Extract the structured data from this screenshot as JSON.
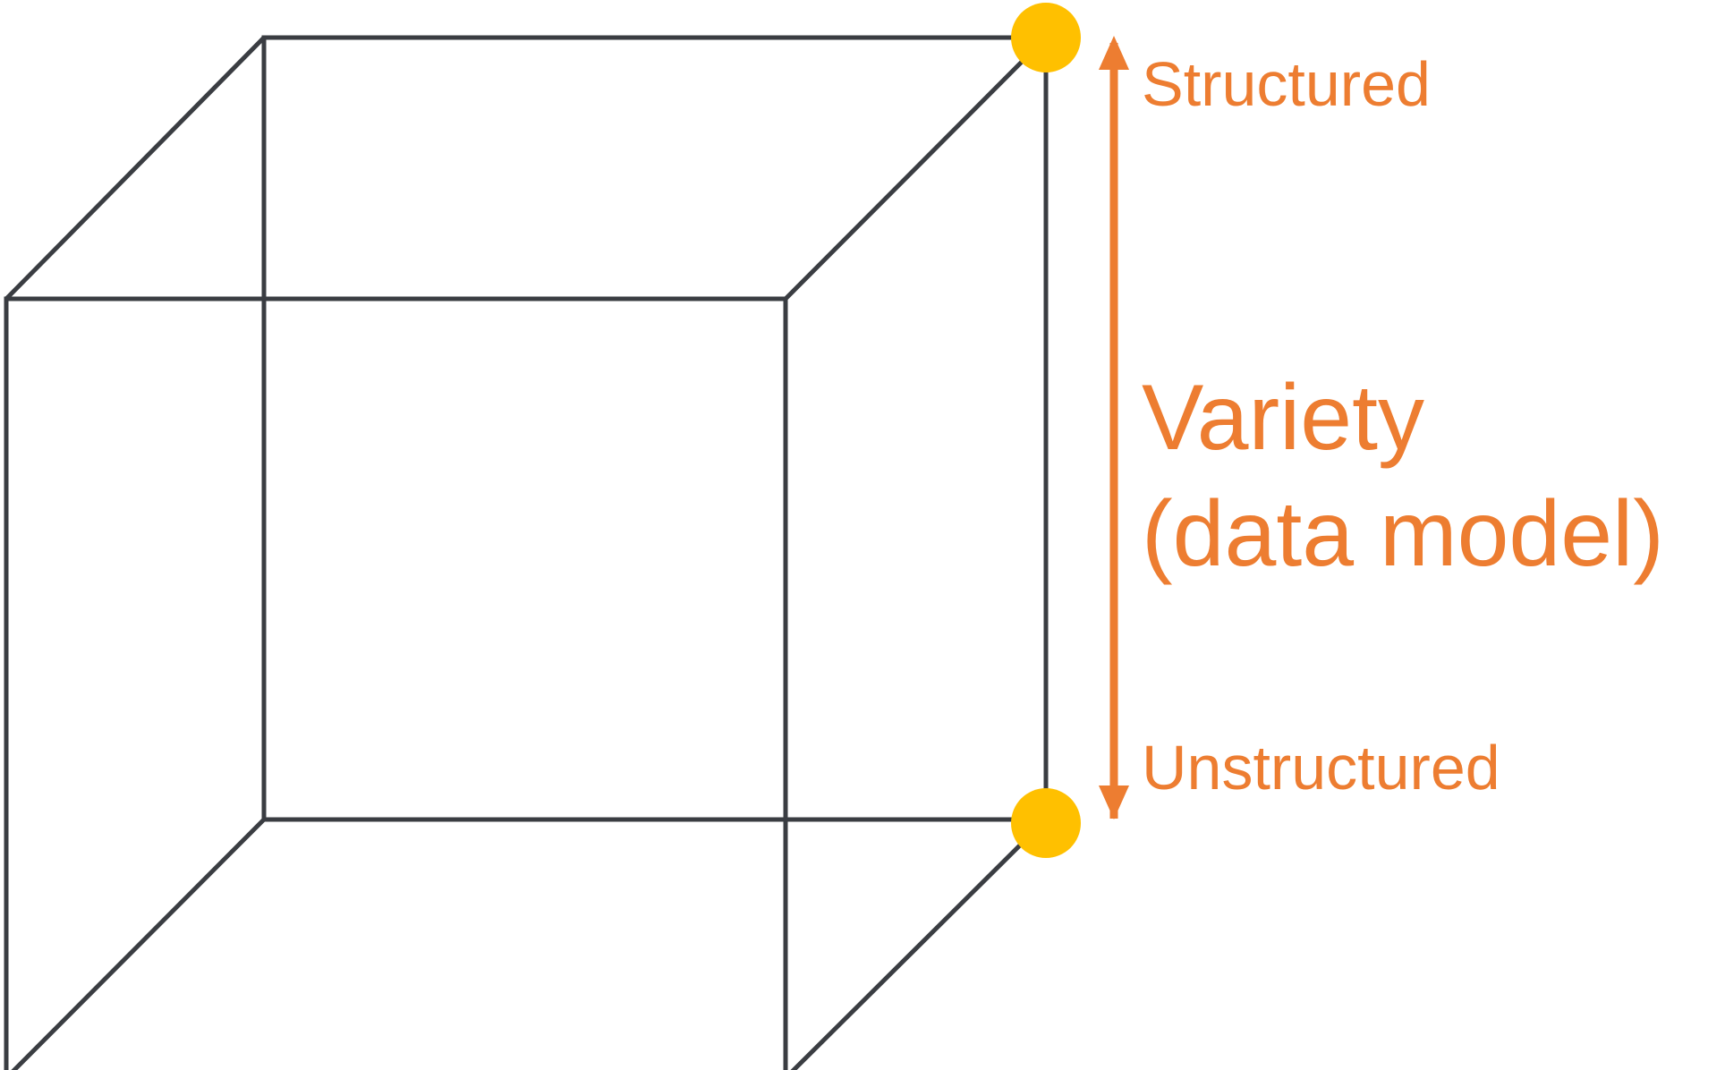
{
  "labels": {
    "top": "Structured",
    "bottom": "Unstructured",
    "axis_title_line1": "Variety",
    "axis_title_line2": "(data model)"
  },
  "colors": {
    "edge": "#3a3d42",
    "accent": "#ED7D31",
    "node": "#FFC000",
    "background": "#ffffff"
  }
}
